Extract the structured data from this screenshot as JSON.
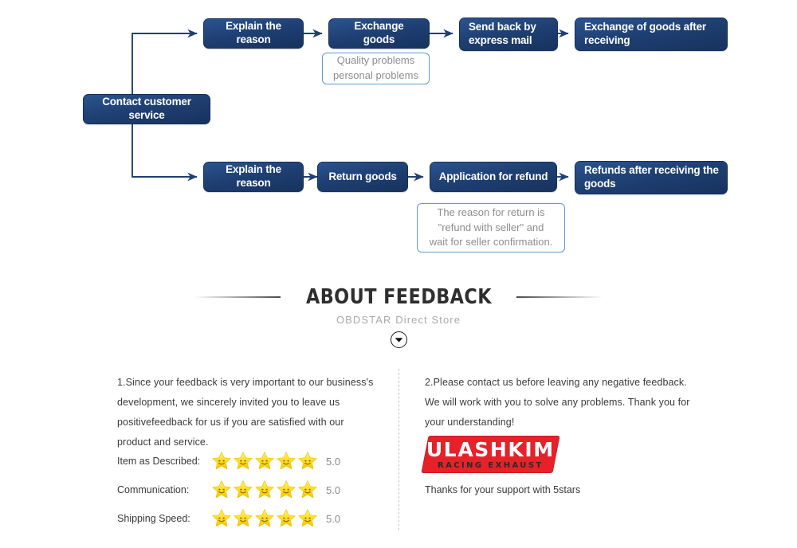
{
  "flowchart": {
    "root": {
      "label": "Contact customer service"
    },
    "branch_exchange": [
      {
        "label": "Explain the reason"
      },
      {
        "label": "Exchange goods"
      },
      {
        "label": "Send back by express mail"
      },
      {
        "label": "Exchange of goods after receiving"
      }
    ],
    "branch_refund": [
      {
        "label": "Explain the reason"
      },
      {
        "label": "Return goods"
      },
      {
        "label": "Application for refund"
      },
      {
        "label": "Refunds after receiving the goods"
      }
    ],
    "notes": [
      {
        "lines": [
          "Quality problems",
          "personal problems"
        ]
      },
      {
        "lines": [
          "The reason for return is",
          "\"refund with seller\" and",
          "wait for seller confirmation."
        ]
      }
    ],
    "colors": {
      "node_fill": "#1f4074",
      "node_border": "#16305a",
      "note_border": "#5b9bd5",
      "note_text": "#8d8d8d",
      "connector": "#1f4074"
    }
  },
  "feedback_header": {
    "title": "ABOUT FEEDBACK",
    "subtitle": "OBDSTAR Direct Store",
    "chevron_icon": "chevron-down-circle-icon"
  },
  "feedback": {
    "left_paragraph": "1.Since your feedback is very important to our business's development, we sincerely invited you to leave us positivefeedback for us if you are satisfied with our product and service.",
    "right_paragraph": "2.Please contact us before leaving any negative feedback. We will work with you to solve any problems. Thank you for your understanding!",
    "ratings": [
      {
        "label": "Item as Described:",
        "stars": 5,
        "value": "5.0"
      },
      {
        "label": "Communication:",
        "stars": 5,
        "value": "5.0"
      },
      {
        "label": "Shipping Speed:",
        "stars": 5,
        "value": "5.0"
      }
    ],
    "star_color": "#ffd900",
    "logo": {
      "name": "ULASHKIM",
      "tagline": "RACING EXHAUST",
      "background": "#e8202a",
      "caption": "Thanks for your support with 5stars"
    }
  }
}
